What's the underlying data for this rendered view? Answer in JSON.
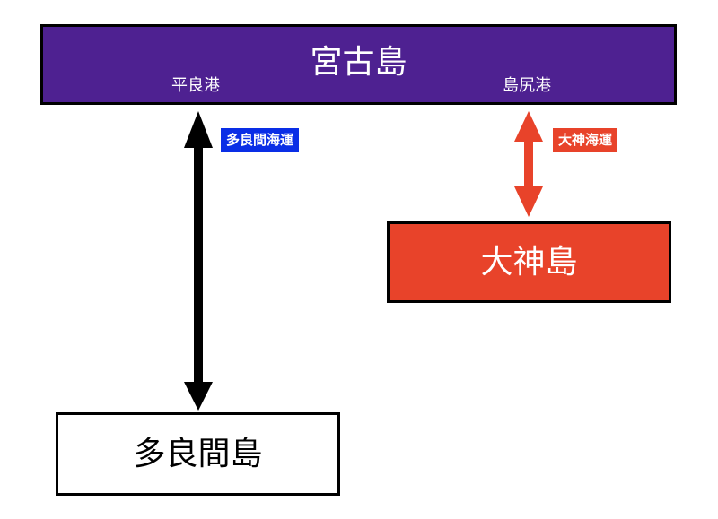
{
  "colors": {
    "miyako_fill": "#4e2191",
    "ogami_fill": "#e8432a",
    "tarama_fill": "#ffffff",
    "tarama_route": "#0a2ee6",
    "ogami_route": "#e8432a",
    "border": "#000000"
  },
  "miyako": {
    "title": "宮古島",
    "ports": {
      "hirara": "平良港",
      "shimajiri": "島尻港"
    }
  },
  "routes": {
    "tarama": "多良間海運",
    "ogami": "大神海運"
  },
  "islands": {
    "ogami": "大神島",
    "tarama": "多良間島"
  }
}
